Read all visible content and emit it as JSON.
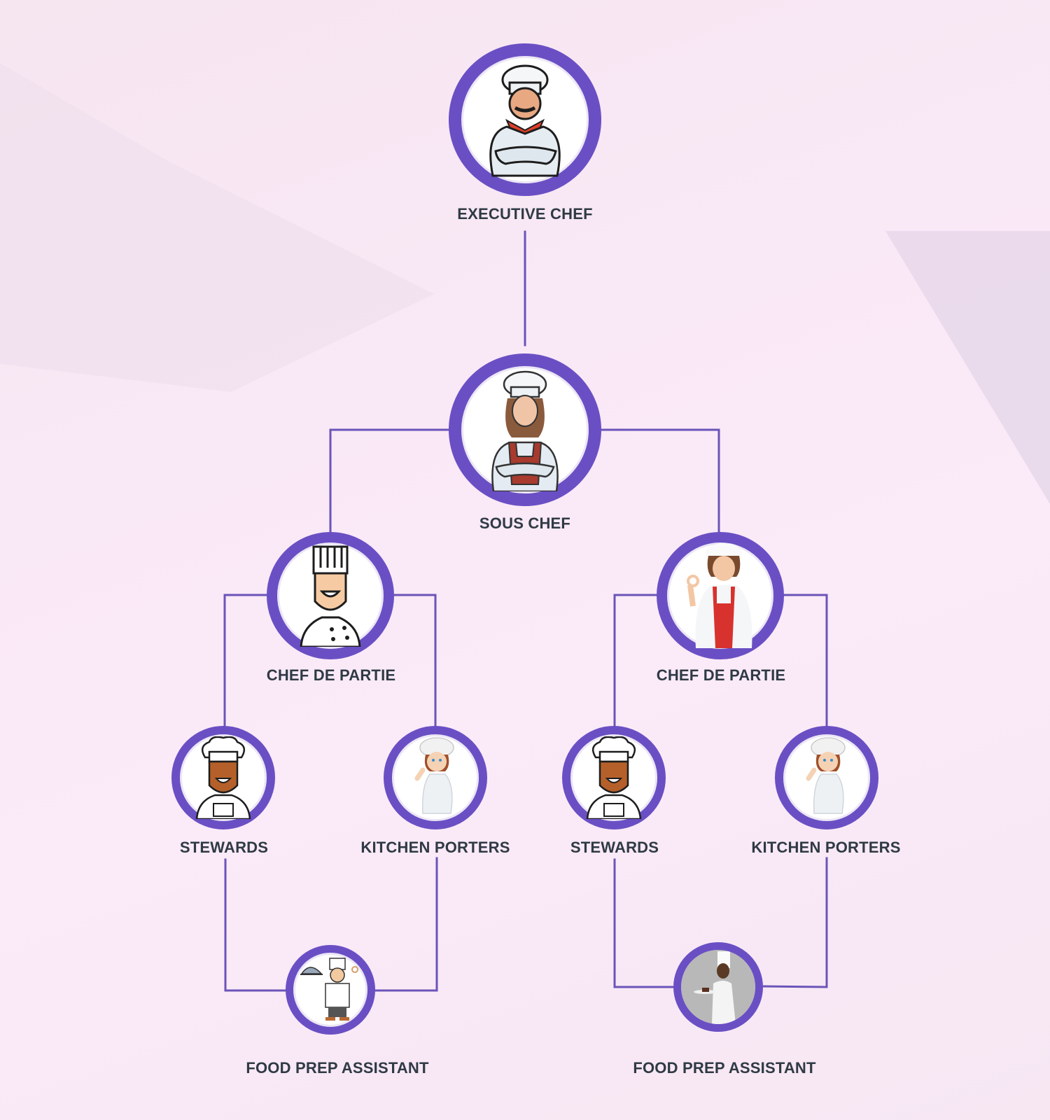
{
  "colors": {
    "ring": "#6a4fc4",
    "connector": "#6b54b8",
    "label_text": "#2f3a44",
    "background": "#f9e8f6"
  },
  "chart": {
    "nodes": [
      {
        "id": "executive-chef",
        "label": "EXECUTIVE CHEF",
        "icon": "chef-man-mustache-arms-crossed-icon"
      },
      {
        "id": "sous-chef",
        "label": "SOUS CHEF",
        "icon": "chef-woman-apron-arms-crossed-icon"
      },
      {
        "id": "chef-de-partie-left",
        "label": "CHEF DE PARTIE",
        "icon": "chef-man-tall-hat-smiling-icon"
      },
      {
        "id": "chef-de-partie-right",
        "label": "CHEF DE PARTIE",
        "icon": "chef-woman-red-apron-ok-sign-icon"
      },
      {
        "id": "stewards-left",
        "label": "STEWARDS",
        "icon": "chef-man-dark-skin-icon"
      },
      {
        "id": "kitchen-porters-left",
        "label": "KITCHEN PORTERS",
        "icon": "chef-woman-thumbs-up-icon"
      },
      {
        "id": "stewards-right",
        "label": "STEWARDS",
        "icon": "chef-man-dark-skin-icon"
      },
      {
        "id": "kitchen-porters-right",
        "label": "KITCHEN PORTERS",
        "icon": "chef-woman-thumbs-up-icon"
      },
      {
        "id": "food-prep-assistant-left",
        "label": "FOOD PREP ASSISTANT",
        "icon": "chef-man-serving-cloche-icon"
      },
      {
        "id": "food-prep-assistant-right",
        "label": "FOOD PREP ASSISTANT",
        "icon": "chef-woman-serving-plate-icon"
      }
    ],
    "edges": [
      [
        "EXECUTIVE CHEF",
        "SOUS CHEF"
      ],
      [
        "SOUS CHEF",
        "CHEF DE PARTIE (left)"
      ],
      [
        "SOUS CHEF",
        "CHEF DE PARTIE (right)"
      ],
      [
        "CHEF DE PARTIE (left)",
        "STEWARDS (left)"
      ],
      [
        "CHEF DE PARTIE (left)",
        "KITCHEN PORTERS (left)"
      ],
      [
        "CHEF DE PARTIE (right)",
        "STEWARDS (right)"
      ],
      [
        "CHEF DE PARTIE (right)",
        "KITCHEN PORTERS (right)"
      ],
      [
        "STEWARDS (left)",
        "FOOD PREP ASSISTANT (left)"
      ],
      [
        "KITCHEN PORTERS (left)",
        "FOOD PREP ASSISTANT (left)"
      ],
      [
        "STEWARDS (right)",
        "FOOD PREP ASSISTANT (right)"
      ],
      [
        "KITCHEN PORTERS (right)",
        "FOOD PREP ASSISTANT (right)"
      ]
    ]
  }
}
